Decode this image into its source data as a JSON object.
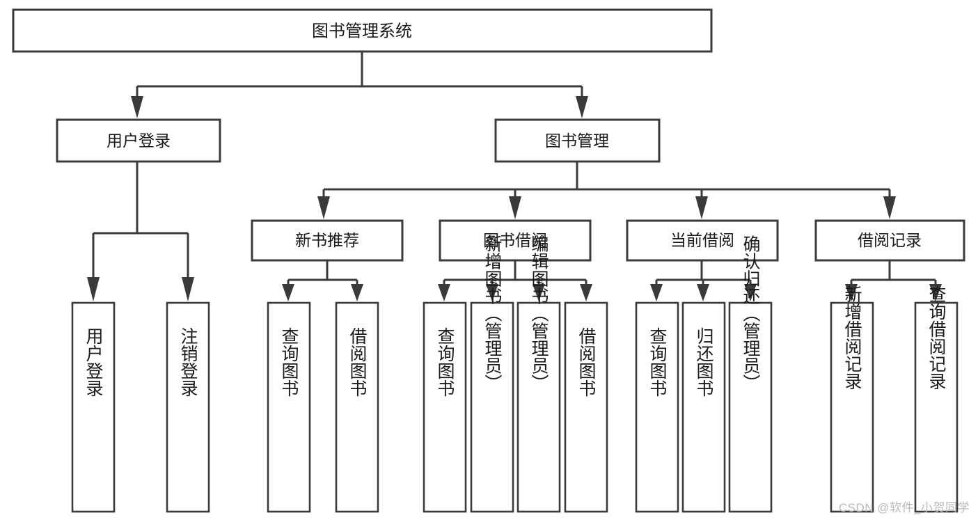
{
  "diagram": {
    "type": "tree-hierarchy",
    "title": "图书管理系统",
    "root": {
      "id": "root",
      "label": "图书管理系统"
    },
    "level1": [
      {
        "id": "user-login",
        "label": "用户登录"
      },
      {
        "id": "book-manage",
        "label": "图书管理"
      }
    ],
    "level2": [
      {
        "id": "new-book-recommend",
        "label": "新书推荐",
        "parent": "book-manage"
      },
      {
        "id": "book-borrow",
        "label": "图书借阅",
        "parent": "book-manage"
      },
      {
        "id": "current-borrow",
        "label": "当前借阅",
        "parent": "book-manage"
      },
      {
        "id": "borrow-record",
        "label": "借阅记录",
        "parent": "book-manage"
      }
    ],
    "leaves": {
      "user_login": [
        {
          "id": "leaf-user-login",
          "label": "用户登录"
        },
        {
          "id": "leaf-logout-login",
          "label": "注销登录"
        }
      ],
      "new_book_recommend": [
        {
          "id": "leaf-query-book-1",
          "label": "查询图书"
        },
        {
          "id": "leaf-borrow-book-1",
          "label": "借阅图书"
        }
      ],
      "book_borrow": [
        {
          "id": "leaf-query-book-2",
          "label": "查询图书"
        },
        {
          "id": "leaf-add-book",
          "label": "新增图书（管理员）"
        },
        {
          "id": "leaf-edit-book",
          "label": "编辑图书（管理员）"
        },
        {
          "id": "leaf-borrow-book-2",
          "label": "借阅图书"
        }
      ],
      "current_borrow": [
        {
          "id": "leaf-query-book-3",
          "label": "查询图书"
        },
        {
          "id": "leaf-return-book",
          "label": "归还图书"
        },
        {
          "id": "leaf-confirm-return",
          "label": "确认归还（管理员）"
        }
      ],
      "borrow_record": [
        {
          "id": "leaf-add-record",
          "label": "新增借阅记录"
        },
        {
          "id": "leaf-query-record",
          "label": "查询借阅记录"
        }
      ]
    }
  },
  "watermark": {
    "text": "CSDN @软件_小贺同学"
  },
  "colors": {
    "border": "#3a3a3a",
    "fill": "#ffffff",
    "text": "#1a1a1a",
    "watermark": "#b9b9b9"
  }
}
